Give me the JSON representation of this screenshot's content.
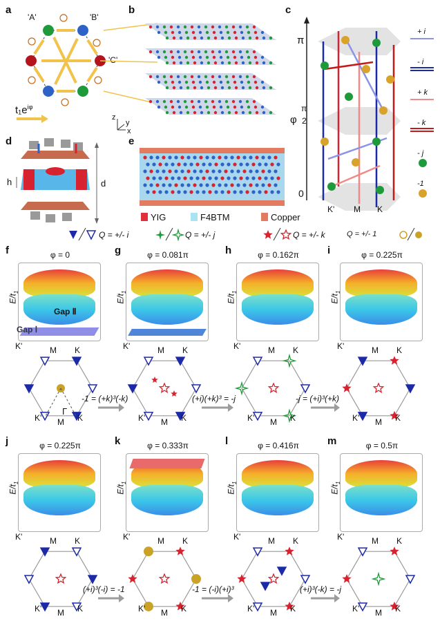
{
  "panels": {
    "a": "a",
    "b": "b",
    "c": "c",
    "d": "d",
    "e": "e",
    "f": "f",
    "g": "g",
    "h": "h",
    "i": "i",
    "j": "j",
    "k": "k",
    "l": "l",
    "m": "m"
  },
  "panel_a": {
    "site_a": "'A'",
    "site_b": "'B'",
    "site_c": "'C'",
    "hopping": "t₁e",
    "hopping_exp": "iφ"
  },
  "axes_b": {
    "z": "z",
    "y": "y",
    "x": "x"
  },
  "panel_c": {
    "phi_axis": "φ",
    "pi_top": "π",
    "pi_num": "π",
    "pi_den": "2",
    "zero": "0",
    "k_left": "K'",
    "m": "M",
    "k_right": "K",
    "legend": [
      {
        "label": "+ i",
        "color": "#8a93e6",
        "kind": "line"
      },
      {
        "label": "- i",
        "color": "#1d2aa8",
        "kind": "double"
      },
      {
        "label": "+ k",
        "color": "#f08a8a",
        "kind": "line"
      },
      {
        "label": "- k",
        "color": "#c41a1a",
        "kind": "double"
      },
      {
        "label": "- j",
        "color": "#1f9a3a",
        "kind": "ball"
      },
      {
        "label": "-1",
        "color": "#d9a22a",
        "kind": "ball"
      }
    ]
  },
  "panel_d": {
    "h": "h",
    "d": "d"
  },
  "panel_e_legend": [
    {
      "label": "YIG",
      "color": "#e0303a"
    },
    {
      "label": "F4BTM",
      "color": "#a9e4f2"
    },
    {
      "label": "Copper",
      "color": "#e27b5f"
    }
  ],
  "q_legend": [
    {
      "label": "Q = +/- i"
    },
    {
      "label": "Q = +/- j"
    },
    {
      "label": "Q = +/- k"
    },
    {
      "label": "Q = +/- 1"
    }
  ],
  "band_panels": [
    {
      "phi": "φ = 0",
      "gap2": "Gap Ⅱ",
      "gap1": "Gap Ⅰ"
    },
    {
      "phi": "φ = 0.081π"
    },
    {
      "phi": "φ = 0.162π"
    },
    {
      "phi": "φ = 0.225π"
    },
    {
      "phi": "φ = 0.225π"
    },
    {
      "phi": "φ = 0.333π"
    },
    {
      "phi": "φ = 0.416π"
    },
    {
      "phi": "φ = 0.5π"
    }
  ],
  "band_axis": {
    "e": "E/t",
    "sub": "1",
    "k_left": "K'",
    "m": "M",
    "k_right": "K"
  },
  "bz_row1": {
    "gamma": "Γ",
    "arrow1": "-1 = (+k)³(-k)",
    "arrow2": "(+i)(+k)³ = -j",
    "arrow3": "-j = (+i)³(+k)"
  },
  "bz_row2": {
    "arrow1": "(+i)³(-i) = -1",
    "arrow2": "-1 = (-i)(+i)³",
    "arrow3": "(+i)³(-k) = -j"
  },
  "colors": {
    "blue": "#1d2aa8",
    "red": "#d7232f",
    "green": "#1f9a3a",
    "gold": "#c9a227",
    "arrow": "#f1c34d",
    "gray": "#9c9c9c"
  }
}
